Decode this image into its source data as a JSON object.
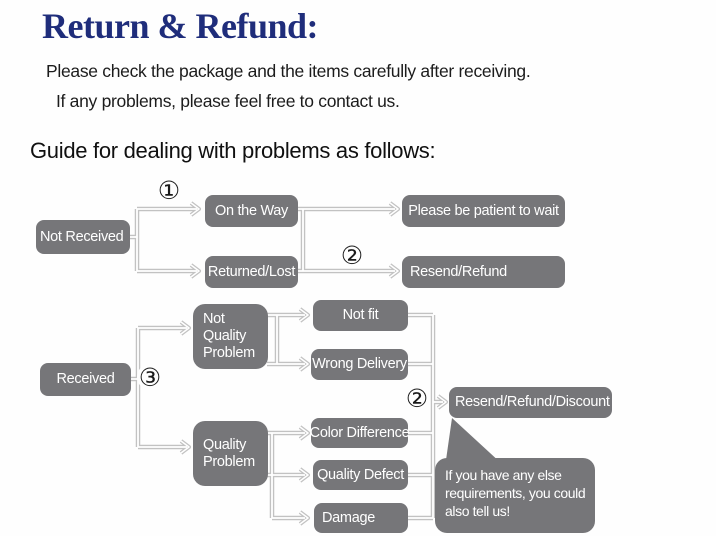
{
  "header": {
    "title": "Return & Refund:",
    "intro_line1": "Please check the package and the items carefully after receiving.",
    "intro_line2": "If any problems, please feel free to contact us.",
    "guide_heading": "Guide for dealing with problems as follows:"
  },
  "colors": {
    "title_blue": "#1f2d7b",
    "box_gray": "#767679",
    "box_text": "#ffffff",
    "connector_gray": "#c2c2c2",
    "background": "#fefefe"
  },
  "flowchart": {
    "nodes": {
      "not_received": "Not Received",
      "on_the_way": "On the Way",
      "returned_lost": "Returned/Lost",
      "please_be_patient": "Please be patient to wait",
      "resend_refund": "Resend/Refund",
      "received": "Received",
      "not_quality_problem": "Not Quality Problem",
      "not_fit": "Not fit",
      "wrong_delivery": "Wrong Delivery",
      "quality_problem": "Quality Problem",
      "color_difference": "Color Difference",
      "quality_defect": "Quality Defect",
      "damage": "Damage",
      "resend_refund_discount": "Resend/Refund/Discount"
    },
    "markers": {
      "step1": "①",
      "step2_top": "②",
      "step3": "③",
      "step2_bottom": "②"
    },
    "callout_lines": {
      "0": "If you have any else",
      "1": "requirements, you could",
      "2": "also tell us!"
    }
  }
}
